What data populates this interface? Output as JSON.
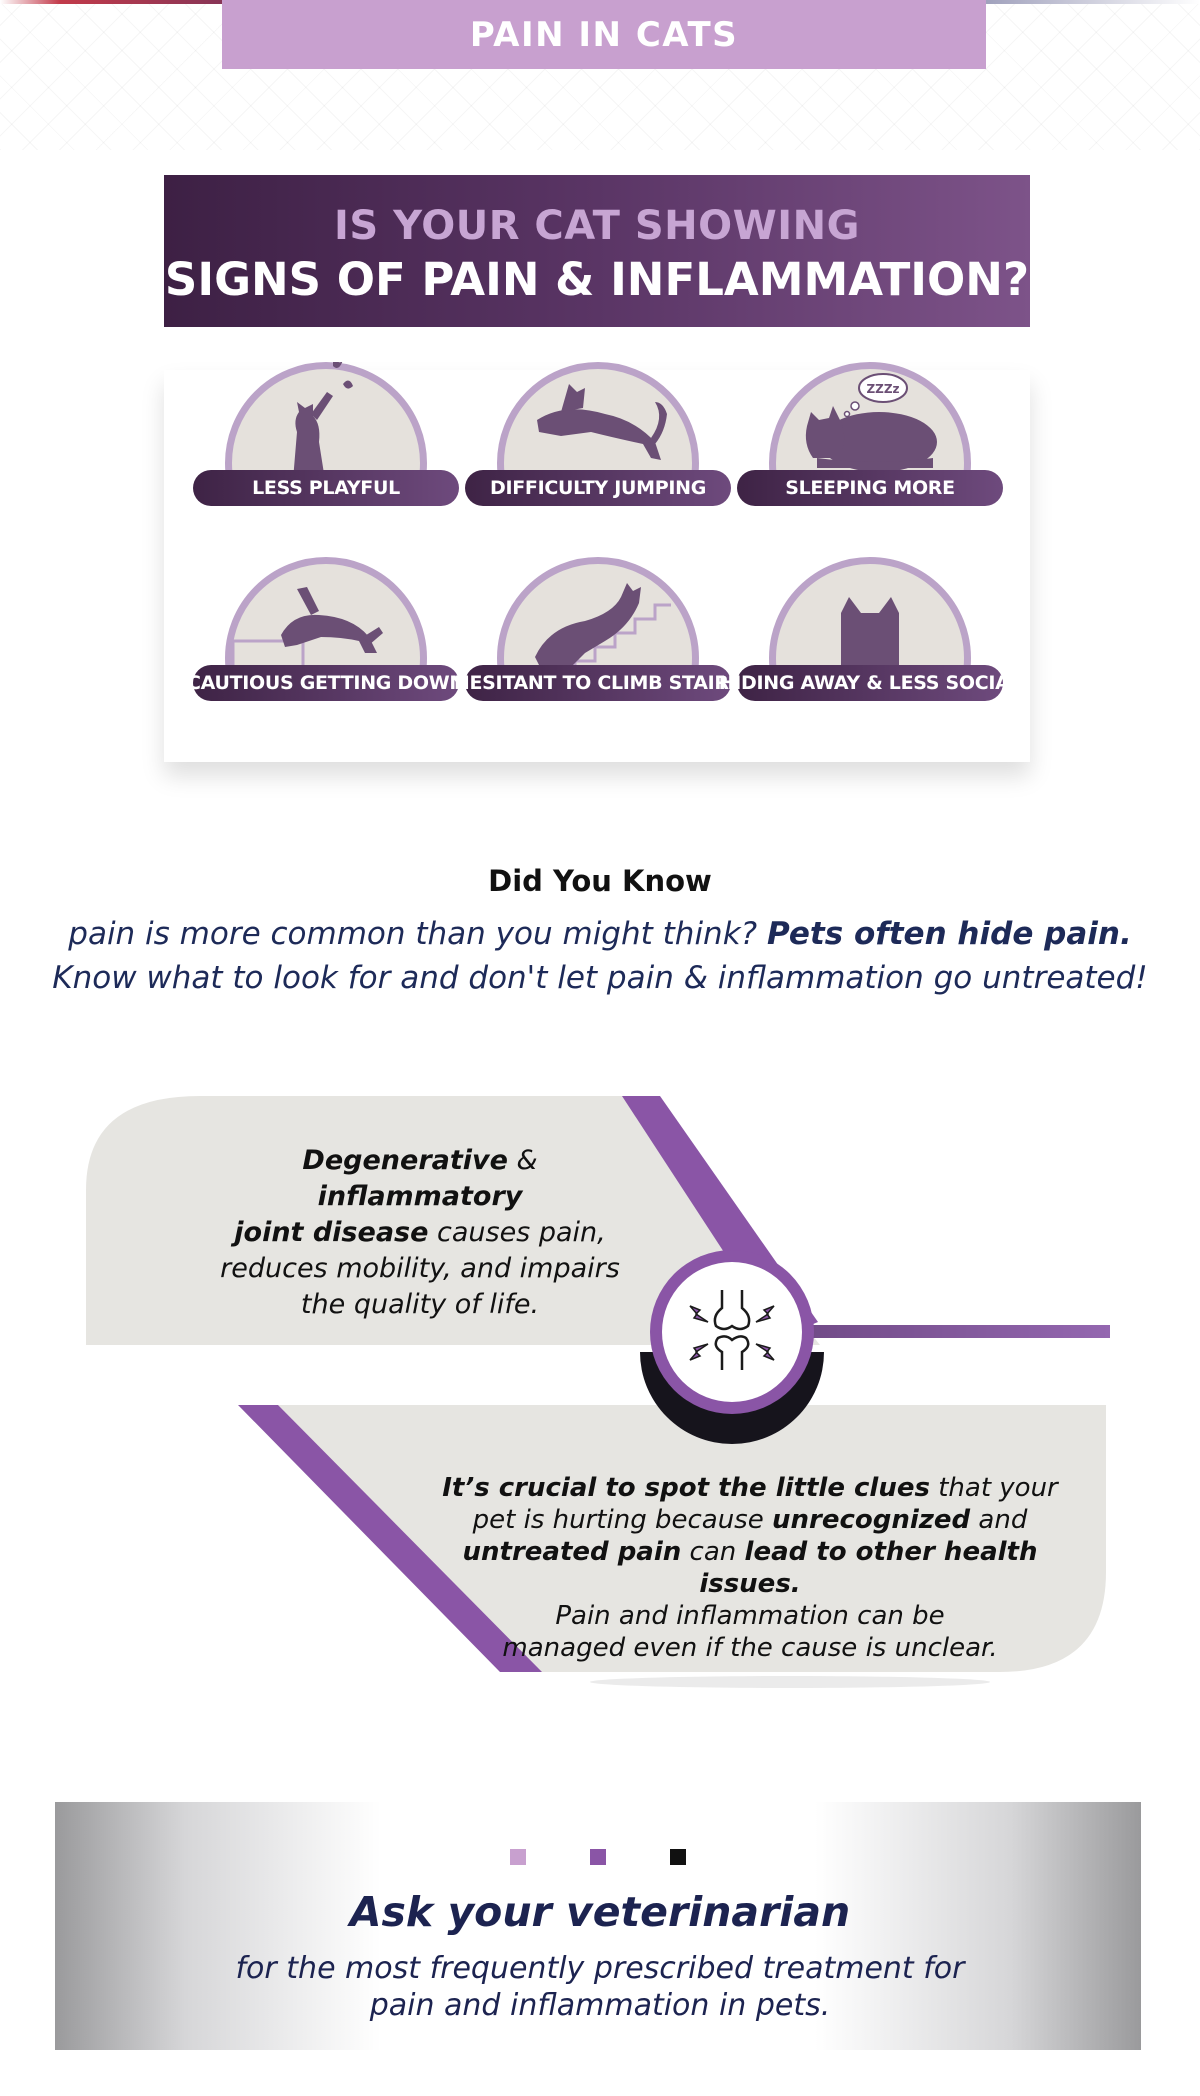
{
  "header": {
    "banner": "PAIN IN CATS"
  },
  "signs": {
    "title_line1": "IS YOUR CAT SHOWING",
    "title_line2": "SIGNS OF PAIN & INFLAMMATION?",
    "items": [
      {
        "label": "LESS PLAYFUL",
        "icon": "cat-playing-butterfly-icon"
      },
      {
        "label": "DIFFICULTY JUMPING",
        "icon": "cat-jumping-icon"
      },
      {
        "label": "SLEEPING MORE",
        "icon": "cat-sleeping-icon"
      },
      {
        "label": "CAUTIOUS GETTING DOWN",
        "icon": "cat-stepping-down-icon"
      },
      {
        "label": "HESITANT TO CLIMB STAIRS",
        "icon": "cat-climbing-stairs-icon"
      },
      {
        "label": "HIDING AWAY & LESS SOCIAL",
        "icon": "cat-hiding-icon"
      }
    ],
    "sleep_bubble": "ZZZz"
  },
  "did_you_know": {
    "title": "Did You Know",
    "line1_a": "pain is more common than you might think? ",
    "line1_b": "Pets often hide pain.",
    "line2": "Know what to look for and don't let pain & inflammation go untreated!"
  },
  "joint": {
    "p1_b1": "Degenerative",
    "p1_t1": " & ",
    "p1_b2": "inflammatory",
    "p1_b3": "joint disease",
    "p1_t2": " causes pain,",
    "p1_t3": "reduces mobility, and impairs",
    "p1_t4": "the quality of life.",
    "p2_b1": "It’s crucial to spot the little clues",
    "p2_t1": " that your",
    "p2_t2": "pet is hurting because ",
    "p2_b2": "unrecognized",
    "p2_t3": " and",
    "p2_b3": "untreated pain",
    "p2_t4": " can ",
    "p2_b4": "lead to other health issues.",
    "p2_t5": "Pain and inflammation can be",
    "p2_t6": "managed even if the cause is unclear.",
    "icon": "joint-pain-icon"
  },
  "vet": {
    "title": "Ask your veterinarian",
    "line1": "for the most frequently prescribed treatment for",
    "line2": "pain and inflammation in pets.",
    "square_colors": [
      "#c8a0cf",
      "#8a55a6",
      "#111111"
    ]
  },
  "colors": {
    "purple": "#8a55a6",
    "light_purple": "#c8a0cf",
    "dark_purple": "#3d2044",
    "navy": "#1c2350",
    "grey_panel": "#e6e5e1"
  }
}
